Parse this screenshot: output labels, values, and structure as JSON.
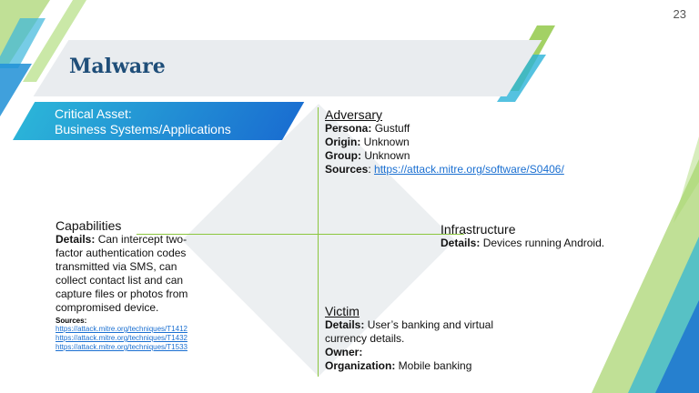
{
  "page_number": "23",
  "title": "Malware",
  "critical_asset": {
    "line1": "Critical Asset:",
    "line2": "Business Systems/Applications"
  },
  "adversary": {
    "heading": "Adversary",
    "persona_label": "Persona:",
    "persona_value": " Gustuff",
    "origin_label": "Origin:",
    "origin_value": " Unknown",
    "group_label": "Group:",
    "group_value": " Unknown",
    "sources_label": "Sources",
    "sources_sep": ": ",
    "sources_link": "https://attack.mitre.org/software/S0406/"
  },
  "capabilities": {
    "heading": "Capabilities",
    "details_label": "Details:",
    "details_value": " Can intercept two-factor authentication codes transmitted via SMS, can collect contact list  and can capture files or photos from compromised device.",
    "sources_label": "Sources:",
    "links": [
      "https://attack.mitre.org/techniques/T1412",
      "https://attack.mitre.org/techniques/T1432",
      "https://attack.mitre.org/techniques/T1533"
    ]
  },
  "infrastructure": {
    "heading": "Infrastructure",
    "details_label": "Details:",
    "details_value": " Devices running Android."
  },
  "victim": {
    "heading": "Victim",
    "details_label": "Details:",
    "details_value": " User’s banking and virtual currency details.",
    "owner_label": "Owner:",
    "org_label": "Organization:",
    "org_value": " Mobile banking"
  },
  "colors": {
    "accent_green": "#8cc63f",
    "accent_blue": "#1a6fd1",
    "title_navy": "#1f4e79",
    "diamond_gray": "#eceff1"
  }
}
